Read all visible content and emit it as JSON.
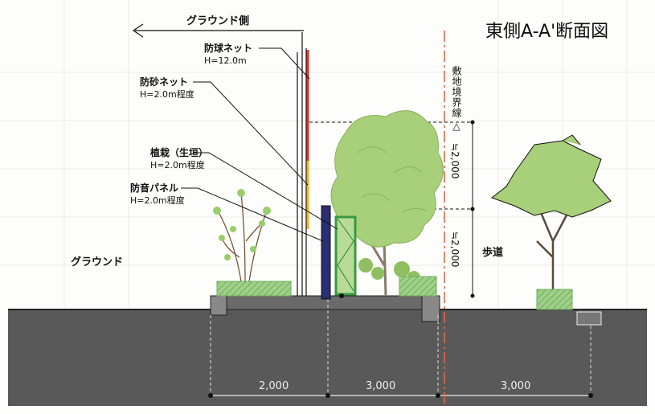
{
  "title": "東側A-A'断面図",
  "labels": {
    "ground_side": "グラウンド側",
    "ground": "グラウンド",
    "sidewalk": "歩道",
    "boundary": "敷地境界線",
    "boundary_mark": "△"
  },
  "callouts": [
    {
      "name": "防球ネット",
      "spec": "H=12.0m"
    },
    {
      "name": "防砂ネット",
      "spec": "H=2.0m程度"
    },
    {
      "name": "植栽（生垣）",
      "spec": "H=2.0m程度"
    },
    {
      "name": "防音パネル",
      "spec": "H=2.0m程度"
    }
  ],
  "dimensions": {
    "horizontal": [
      "2,000",
      "3,000",
      "3,000"
    ],
    "vertical": [
      "≒2,000",
      "≒2,000"
    ]
  },
  "colors": {
    "ground_fill": "#595959",
    "ball_net": "#d9322b",
    "sand_net": "#f0b323",
    "sound_panel": "#2b2e70",
    "hedge_frame": "#3a9a3f",
    "boundary_line": "#e0694a",
    "foliage": "#a8cf79"
  }
}
